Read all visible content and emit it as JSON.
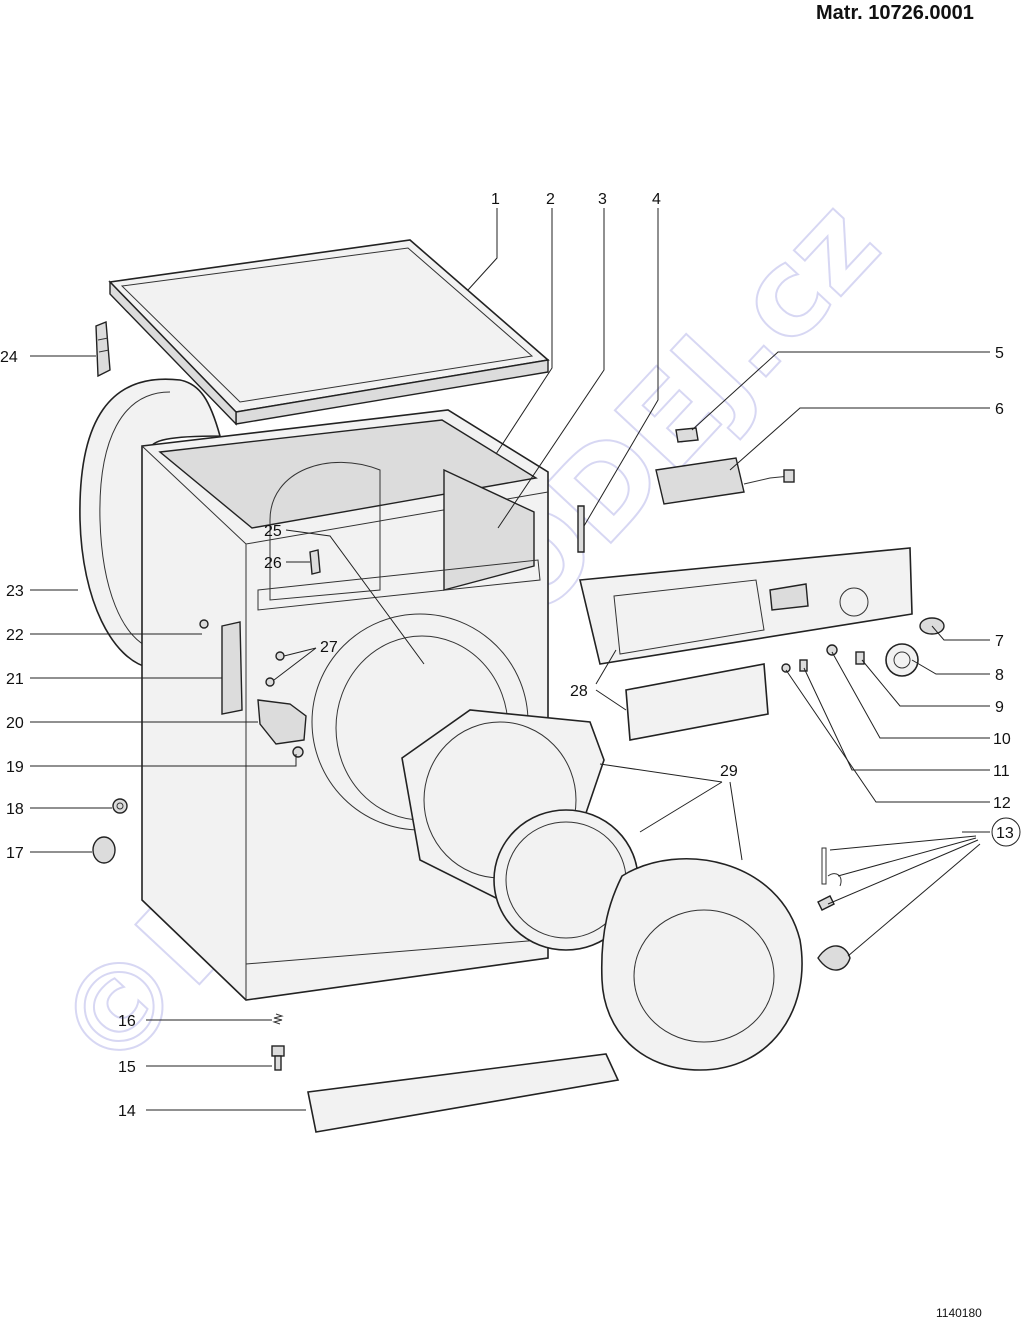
{
  "header": {
    "title": "Matr. 10726.0001",
    "code": "1140180"
  },
  "watermark": "©DILY-PRODEJ.cz",
  "callouts": [
    "1",
    "2",
    "3",
    "4",
    "5",
    "6",
    "7",
    "8",
    "9",
    "10",
    "11",
    "12",
    "13",
    "14",
    "15",
    "16",
    "17",
    "18",
    "19",
    "20",
    "21",
    "22",
    "23",
    "24",
    "25",
    "26",
    "27",
    "28",
    "29"
  ]
}
